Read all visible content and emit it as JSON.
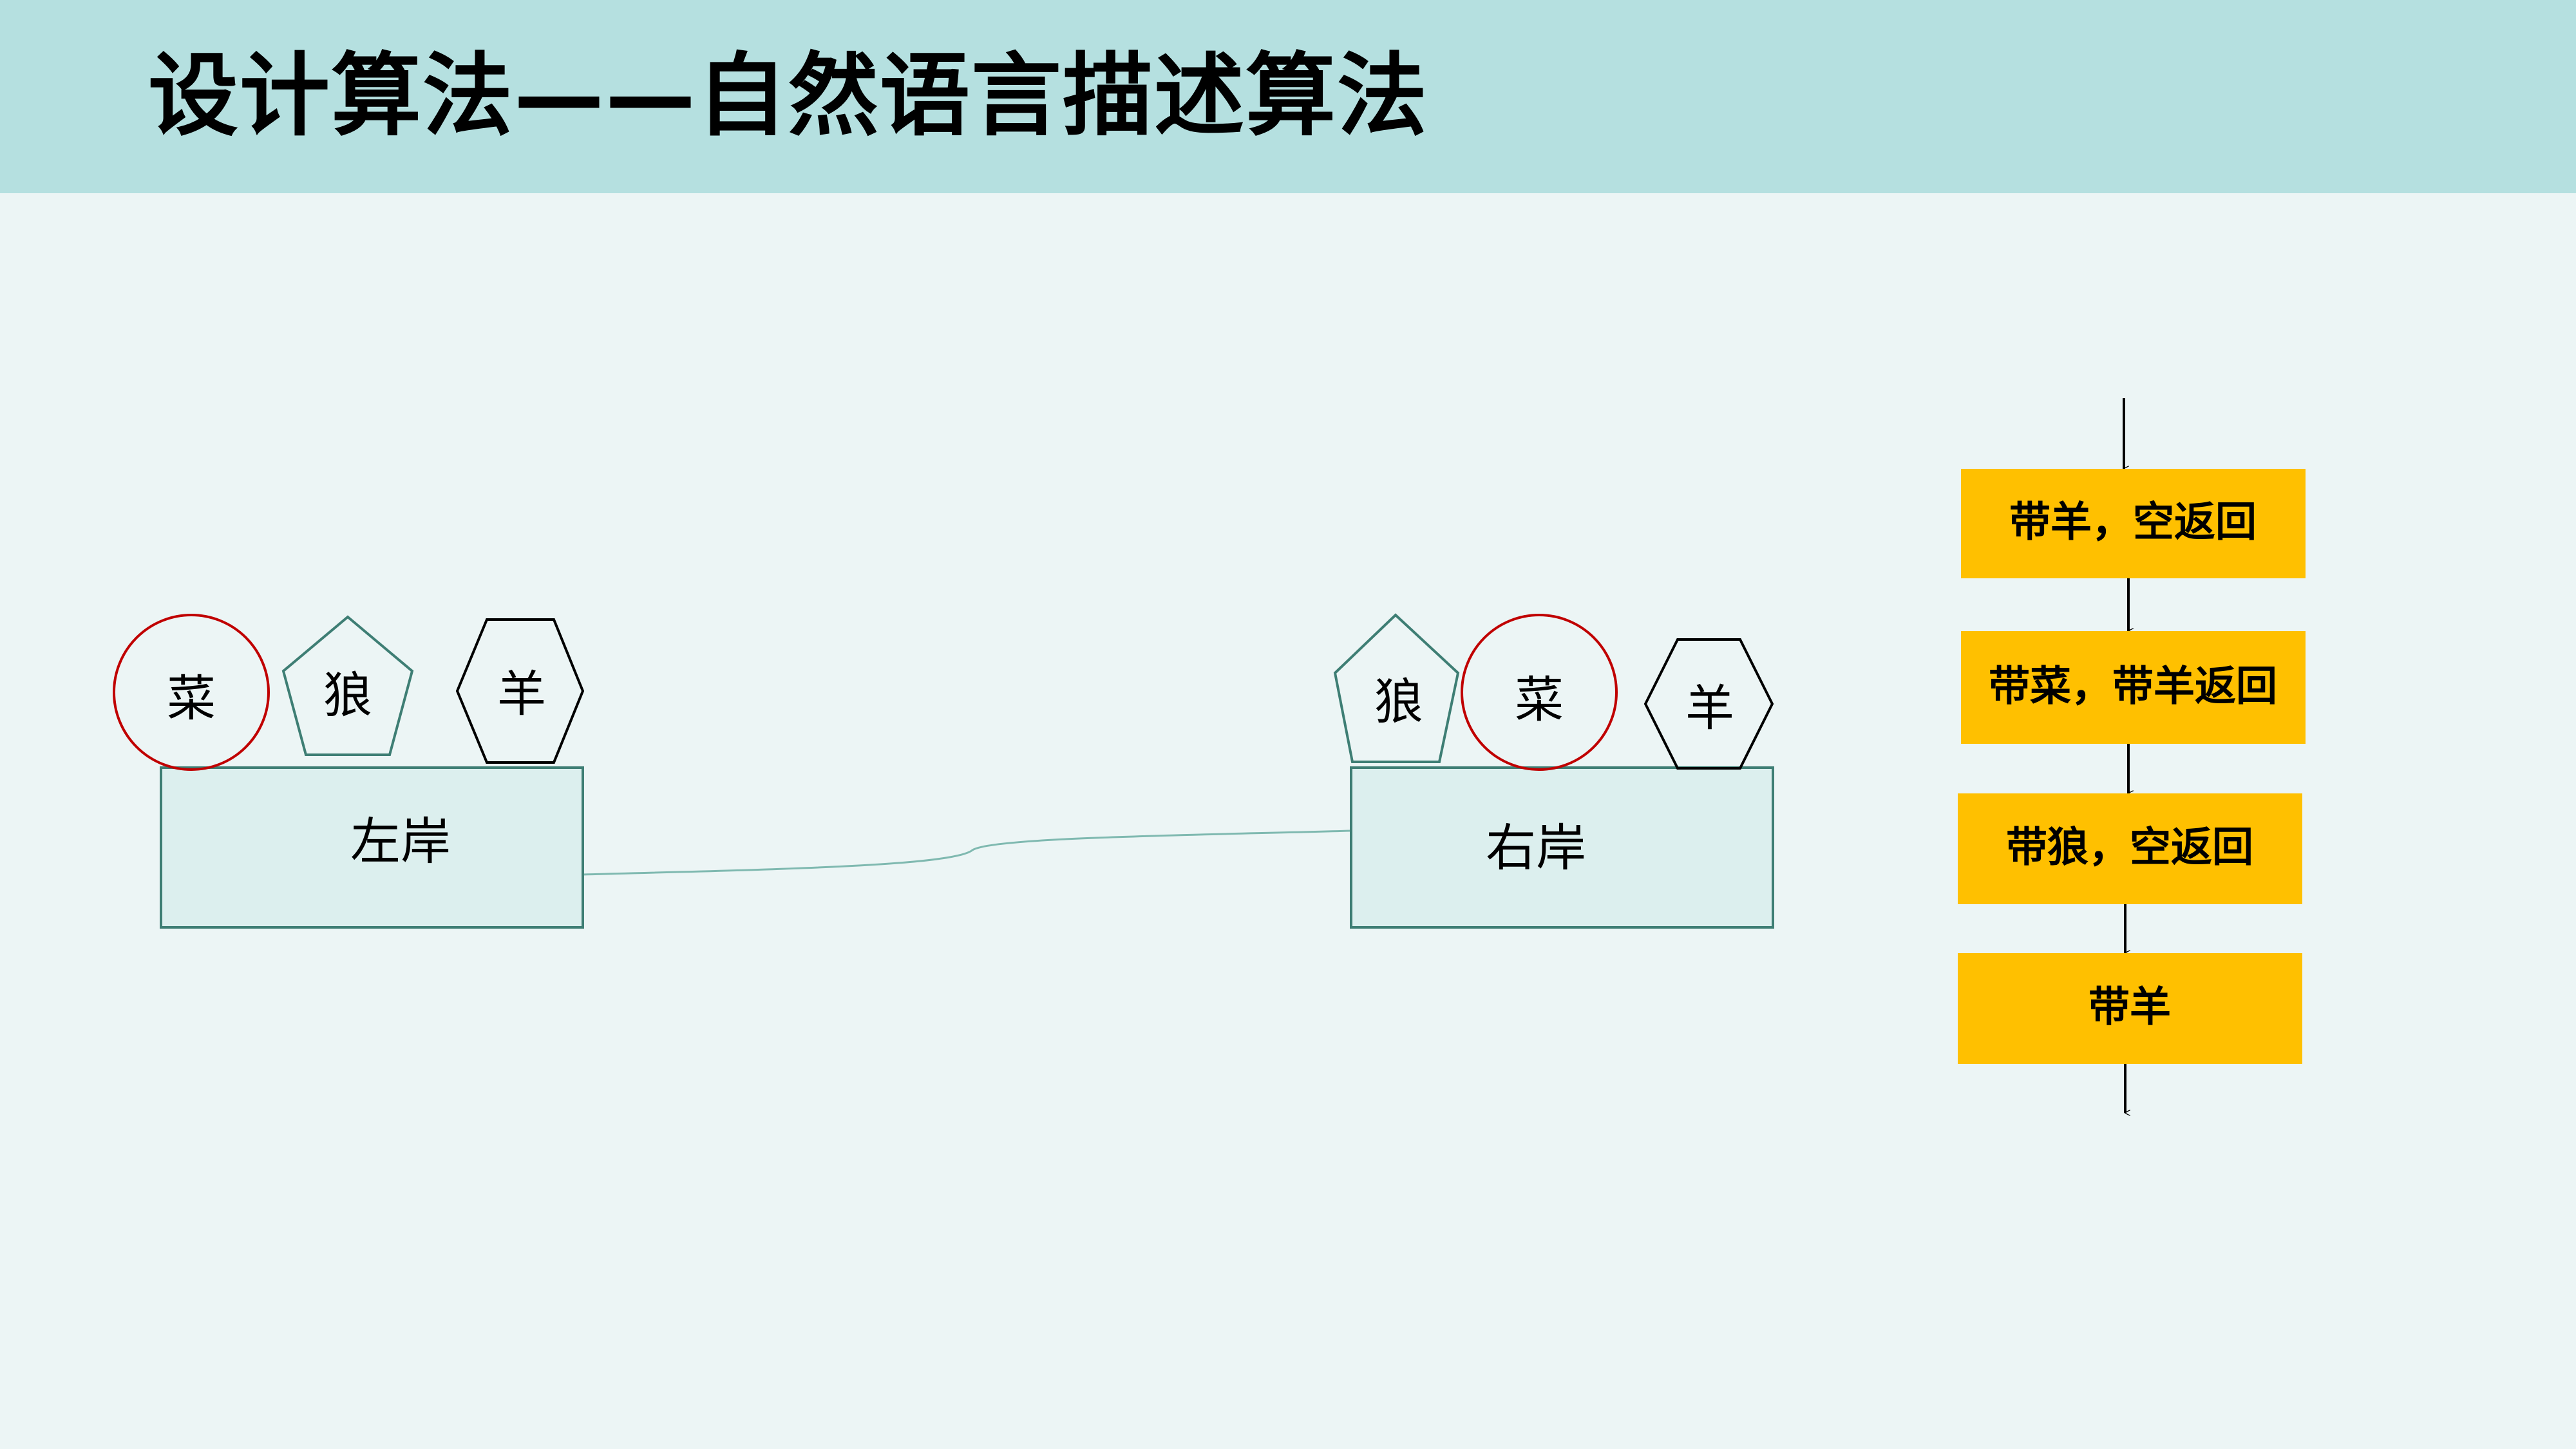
{
  "title": "设计算法——自然语言描述算法",
  "left_bank": {
    "label": "左岸",
    "items": [
      "菜",
      "狼",
      "羊"
    ]
  },
  "right_bank": {
    "label": "右岸",
    "items": [
      "狼",
      "菜",
      "羊"
    ]
  },
  "flow_steps": [
    "带羊，空返回",
    "带菜，带羊返回",
    "带狼，空返回",
    "带羊"
  ],
  "colors": {
    "header_band": "#B5E0E0",
    "background": "#ECF5F5",
    "bank_fill": "#DCEFEE",
    "bank_border": "#3E7E74",
    "circle_border": "#C00000",
    "pentagon_border": "#3E7E74",
    "hexagon_border": "#000000",
    "step_fill": "#FFC000"
  }
}
